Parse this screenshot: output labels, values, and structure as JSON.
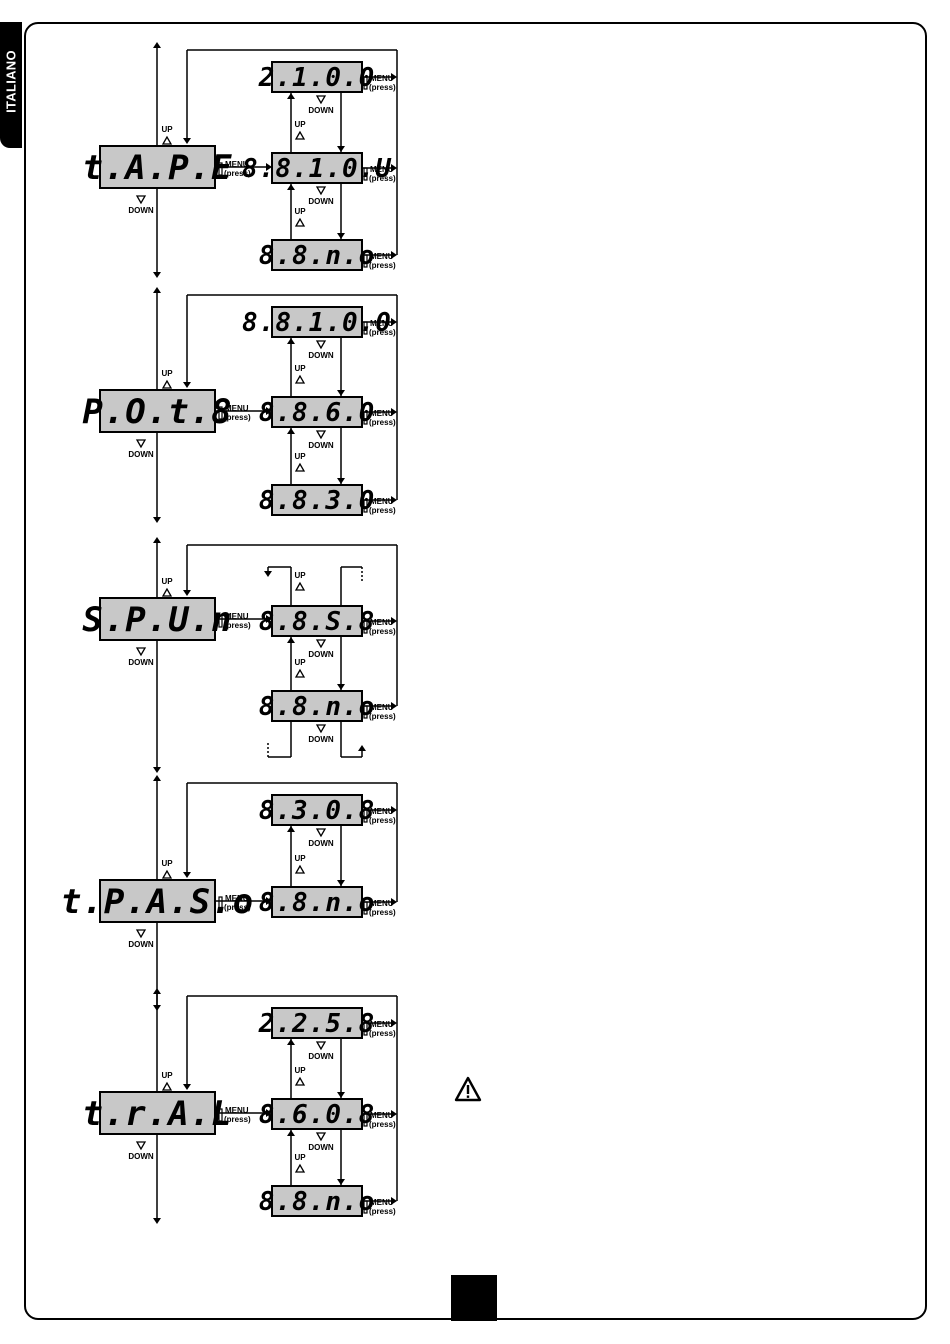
{
  "language_tab": "ITALIANO",
  "page_number": "",
  "labels": {
    "up": "UP",
    "down": "DOWN",
    "menu": "MENU",
    "press": "(press)"
  },
  "icons": {
    "warning": "warning-triangle-icon"
  },
  "menus": [
    {
      "name": "tempo-apertura",
      "main_display": "t.A.P.E",
      "values": [
        "2.1.0.0",
        "8.8.1.0.U",
        "8.8.n.o"
      ]
    },
    {
      "name": "potenza",
      "main_display": "P.O.t.8",
      "values": [
        "8.8.1.0.0",
        "8.8.6.0",
        "8.8.3.0"
      ]
    },
    {
      "name": "spunto",
      "main_display": "S.P.U.n",
      "values": [
        "8.8.S.8",
        "8.8.n.o"
      ]
    },
    {
      "name": "tempo-pausa",
      "main_display": "t.P.A.S.o",
      "values": [
        "8.3.0.8",
        "8.8.n.o"
      ]
    },
    {
      "name": "tempo-rallentamento",
      "main_display": "t.r.A.L",
      "values": [
        "2.2.5.8",
        "8.6.0.8",
        "8.8.n.o"
      ]
    }
  ]
}
